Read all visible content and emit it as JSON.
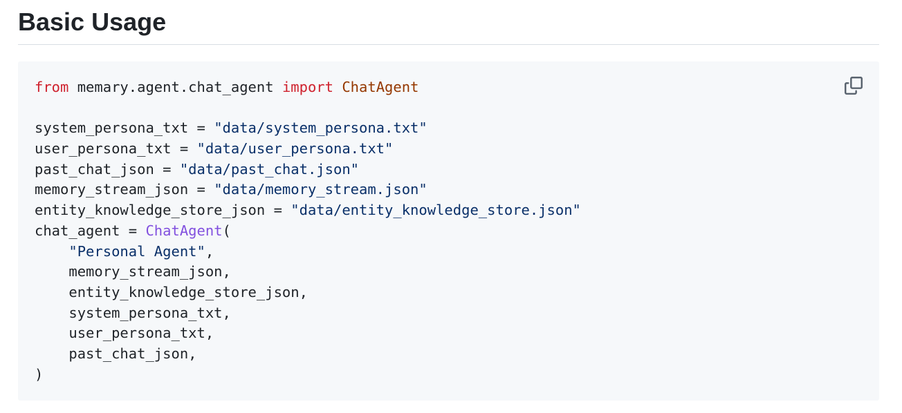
{
  "section": {
    "title": "Basic Usage"
  },
  "code": {
    "lines": [
      [
        {
          "t": "kw",
          "v": "from"
        },
        {
          "t": "plain",
          "v": " memary.agent.chat_agent "
        },
        {
          "t": "kw",
          "v": "import"
        },
        {
          "t": "plain",
          "v": " "
        },
        {
          "t": "cls",
          "v": "ChatAgent"
        }
      ],
      [],
      [
        {
          "t": "plain",
          "v": "system_persona_txt = "
        },
        {
          "t": "str",
          "v": "\"data/system_persona.txt\""
        }
      ],
      [
        {
          "t": "plain",
          "v": "user_persona_txt = "
        },
        {
          "t": "str",
          "v": "\"data/user_persona.txt\""
        }
      ],
      [
        {
          "t": "plain",
          "v": "past_chat_json = "
        },
        {
          "t": "str",
          "v": "\"data/past_chat.json\""
        }
      ],
      [
        {
          "t": "plain",
          "v": "memory_stream_json = "
        },
        {
          "t": "str",
          "v": "\"data/memory_stream.json\""
        }
      ],
      [
        {
          "t": "plain",
          "v": "entity_knowledge_store_json = "
        },
        {
          "t": "str",
          "v": "\"data/entity_knowledge_store.json\""
        }
      ],
      [
        {
          "t": "plain",
          "v": "chat_agent = "
        },
        {
          "t": "call",
          "v": "ChatAgent"
        },
        {
          "t": "plain",
          "v": "("
        }
      ],
      [
        {
          "t": "plain",
          "v": "    "
        },
        {
          "t": "str",
          "v": "\"Personal Agent\""
        },
        {
          "t": "plain",
          "v": ","
        }
      ],
      [
        {
          "t": "plain",
          "v": "    memory_stream_json,"
        }
      ],
      [
        {
          "t": "plain",
          "v": "    entity_knowledge_store_json,"
        }
      ],
      [
        {
          "t": "plain",
          "v": "    system_persona_txt,"
        }
      ],
      [
        {
          "t": "plain",
          "v": "    user_persona_txt,"
        }
      ],
      [
        {
          "t": "plain",
          "v": "    past_chat_json,"
        }
      ],
      [
        {
          "t": "plain",
          "v": ")"
        }
      ]
    ]
  },
  "toolbar": {
    "copy_icon": "copy-icon"
  },
  "colors": {
    "keyword": "#cf222e",
    "class_name": "#953800",
    "string": "#0a3069",
    "call": "#8250df",
    "text": "#1f2328",
    "code_background": "#f6f8fa"
  }
}
